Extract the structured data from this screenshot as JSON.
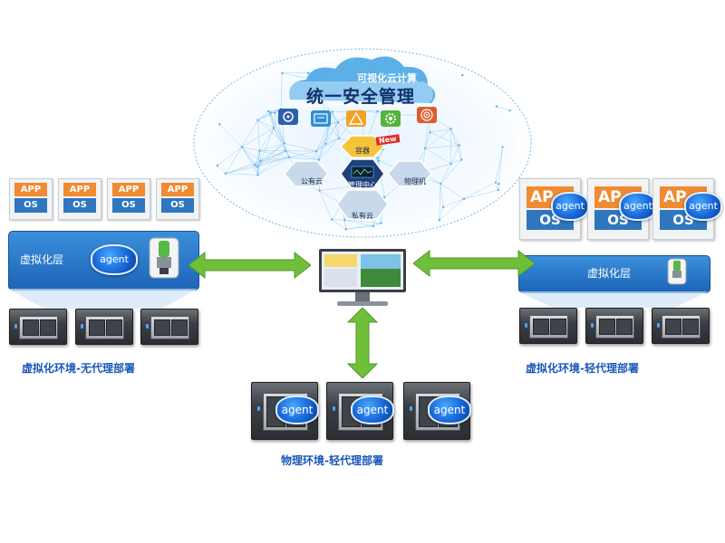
{
  "cloud": {
    "subtitle": "可视化云计算",
    "title": "统一安全管理",
    "badge": "New",
    "hexagons": {
      "top": "容器",
      "center": "管理中心",
      "left": "公有云",
      "right": "物理机",
      "bottom": "私有云"
    },
    "icons": [
      "biohazard-icon",
      "terminal-icon",
      "alert-icon",
      "gear-icon",
      "target-icon"
    ]
  },
  "left_section": {
    "apps": [
      {
        "app": "APP",
        "os": "OS"
      },
      {
        "app": "APP",
        "os": "OS"
      },
      {
        "app": "APP",
        "os": "OS"
      },
      {
        "app": "APP",
        "os": "OS"
      }
    ],
    "layer_label": "虚拟化层",
    "agent": "agent",
    "caption": "虚拟化环境-无代理部署"
  },
  "right_section": {
    "apps": [
      {
        "app": "AP",
        "os": "OS",
        "agent": "agent"
      },
      {
        "app": "AP",
        "os": "OS",
        "agent": "agent"
      },
      {
        "app": "AP",
        "os": "OS",
        "agent": "agent"
      }
    ],
    "layer_label": "虚拟化层",
    "caption": "虚拟化环境-轻代理部署"
  },
  "bottom_section": {
    "servers": [
      {
        "agent": "agent"
      },
      {
        "agent": "agent"
      },
      {
        "agent": "agent"
      }
    ],
    "caption": "物理环境-轻代理部署"
  },
  "colors": {
    "arrow_green": "#6fbf3a",
    "agent_blue": "#1766d6",
    "layer_blue": "#2a7acb",
    "caption_blue": "#1a57b8",
    "app_orange": "#f08b31",
    "os_blue": "#2f76bf"
  }
}
